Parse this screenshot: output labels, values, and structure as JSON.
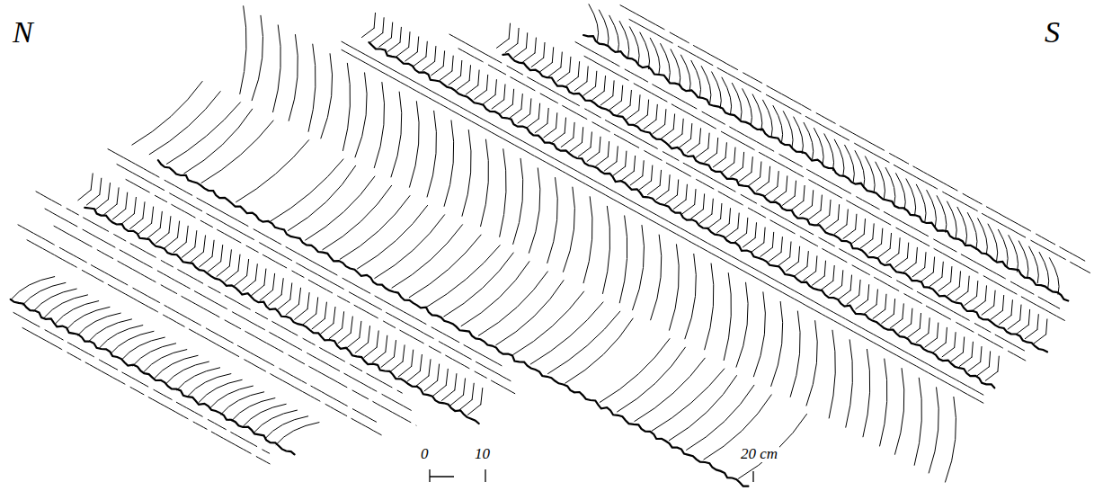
{
  "diagram": {
    "labels": [
      "N",
      "S",
      "0",
      "10",
      "20 cm"
    ]
  }
}
